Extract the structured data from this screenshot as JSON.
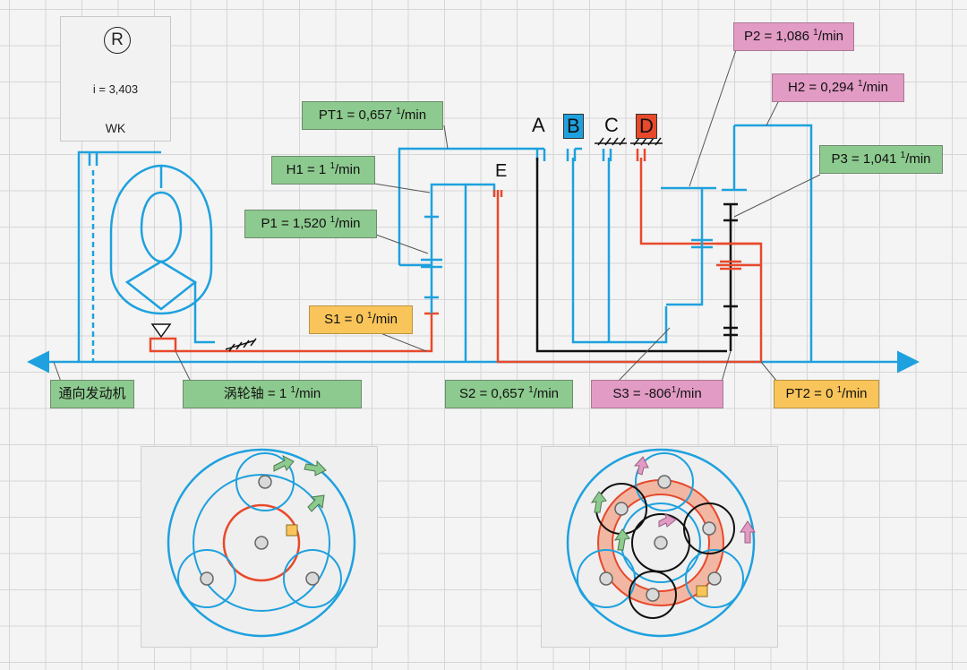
{
  "unit": "1/min",
  "converter": {
    "symbol": "R",
    "ratio": "i = 3,403",
    "name": "WK"
  },
  "clutches": [
    {
      "id": "A",
      "letter": "A",
      "style": "plain"
    },
    {
      "id": "B",
      "letter": "B",
      "style": "blue"
    },
    {
      "id": "C",
      "letter": "C",
      "style": "plain"
    },
    {
      "id": "D",
      "letter": "D",
      "style": "red"
    },
    {
      "id": "E",
      "letter": "E",
      "style": "plain"
    }
  ],
  "speed_labels": [
    {
      "id": "PT1",
      "prefix": "PT1 = 0,657",
      "color": "green"
    },
    {
      "id": "H1",
      "prefix": "H1 = 1",
      "color": "green"
    },
    {
      "id": "P1",
      "prefix": "P1 = 1,520",
      "color": "green"
    },
    {
      "id": "S1",
      "prefix": "S1 = 0",
      "color": "yellow"
    },
    {
      "id": "turbine",
      "prefix": "涡轮轴 = 1",
      "color": "green"
    },
    {
      "id": "P2",
      "prefix": "P2 = 1,086",
      "color": "pink"
    },
    {
      "id": "H2",
      "prefix": "H2 = 0,294",
      "color": "pink"
    },
    {
      "id": "P3",
      "prefix": "P3 = 1,041",
      "color": "green"
    },
    {
      "id": "S2",
      "prefix": "S2 = 0,657",
      "color": "green"
    },
    {
      "id": "S3",
      "prefix": "S3 = -806",
      "color": "pink"
    },
    {
      "id": "PT2",
      "prefix": "PT2 = 0",
      "color": "yellow"
    }
  ],
  "engine_label": "通向发动机",
  "colors": {
    "blue": "#1ea1de",
    "red": "#e8492b",
    "black": "#111111",
    "green_label": "#8dca8f",
    "pink_label": "#e29bc4",
    "yellow_label": "#f9c55a",
    "grid_bg": "#f4f4f4"
  }
}
